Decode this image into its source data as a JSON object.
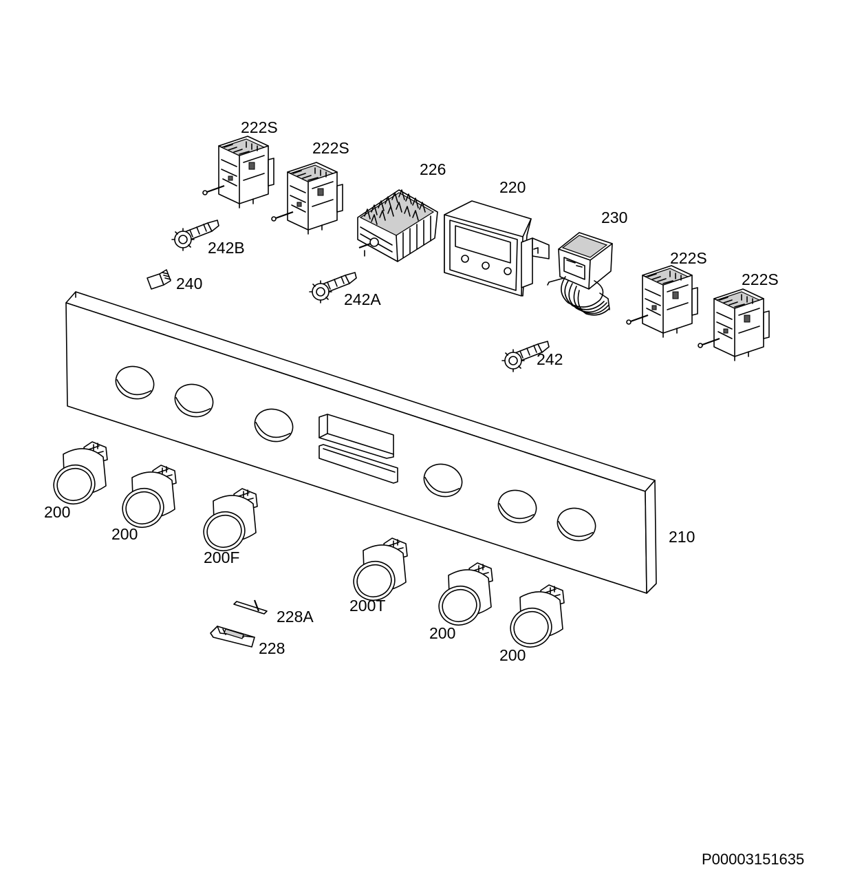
{
  "diagram": {
    "document_id": "P00003151635",
    "labels": [
      {
        "id": "200-a",
        "text": "200"
      },
      {
        "id": "200-b",
        "text": "200"
      },
      {
        "id": "200f",
        "text": "200F"
      },
      {
        "id": "200t",
        "text": "200T"
      },
      {
        "id": "200-c",
        "text": "200"
      },
      {
        "id": "200-d",
        "text": "200"
      },
      {
        "id": "210",
        "text": "210"
      },
      {
        "id": "220",
        "text": "220"
      },
      {
        "id": "222s-a",
        "text": "222S"
      },
      {
        "id": "222s-b",
        "text": "222S"
      },
      {
        "id": "222s-c",
        "text": "222S"
      },
      {
        "id": "222s-d",
        "text": "222S"
      },
      {
        "id": "226",
        "text": "226"
      },
      {
        "id": "228",
        "text": "228"
      },
      {
        "id": "228a",
        "text": "228A"
      },
      {
        "id": "230",
        "text": "230"
      },
      {
        "id": "240",
        "text": "240"
      },
      {
        "id": "242",
        "text": "242"
      },
      {
        "id": "242a",
        "text": "242A"
      },
      {
        "id": "242b",
        "text": "242B"
      }
    ]
  }
}
